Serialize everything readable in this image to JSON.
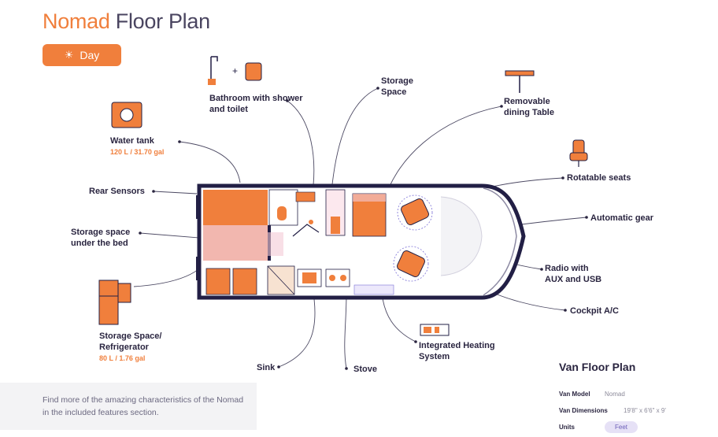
{
  "header": {
    "title_brand": "Nomad",
    "title_rest": "Floor Plan",
    "day_button": "Day",
    "day_icon": "sun-icon"
  },
  "labels": {
    "bathroom": "Bathroom with shower and toilet",
    "storage_space": "Storage Space",
    "removable_table": "Removable dining Table",
    "water_tank": "Water tank",
    "water_tank_capacity": "120 L / 31.70 gal",
    "rear_sensors": "Rear Sensors",
    "rotatable_seats": "Rotatable seats",
    "automatic_gear": "Automatic gear",
    "storage_under_bed": "Storage space under the bed",
    "radio": "Radio with AUX and USB",
    "cockpit_ac": "Cockpit A/C",
    "storage_fridge": "Storage Space/ Refrigerator",
    "fridge_capacity": "80 L / 1.76 gal",
    "heating": "Integrated Heating System",
    "sink": "Sink",
    "stove": "Stove"
  },
  "info": {
    "text": "Find more of the amazing characteristics of the Nomad in the included features section."
  },
  "van_floor_plan": {
    "title": "Van Floor Plan",
    "model_label": "Van Model",
    "model_value": "Nomad",
    "dimensions_label": "Van Dimensions",
    "dimensions_value": "19'8\" x 6'6\" x 9'",
    "units_label": "Units",
    "units_value": "Feet"
  },
  "colors": {
    "accent": "#f07f3c",
    "van_outline": "#221f45",
    "highlight": "#f3c9d6"
  }
}
